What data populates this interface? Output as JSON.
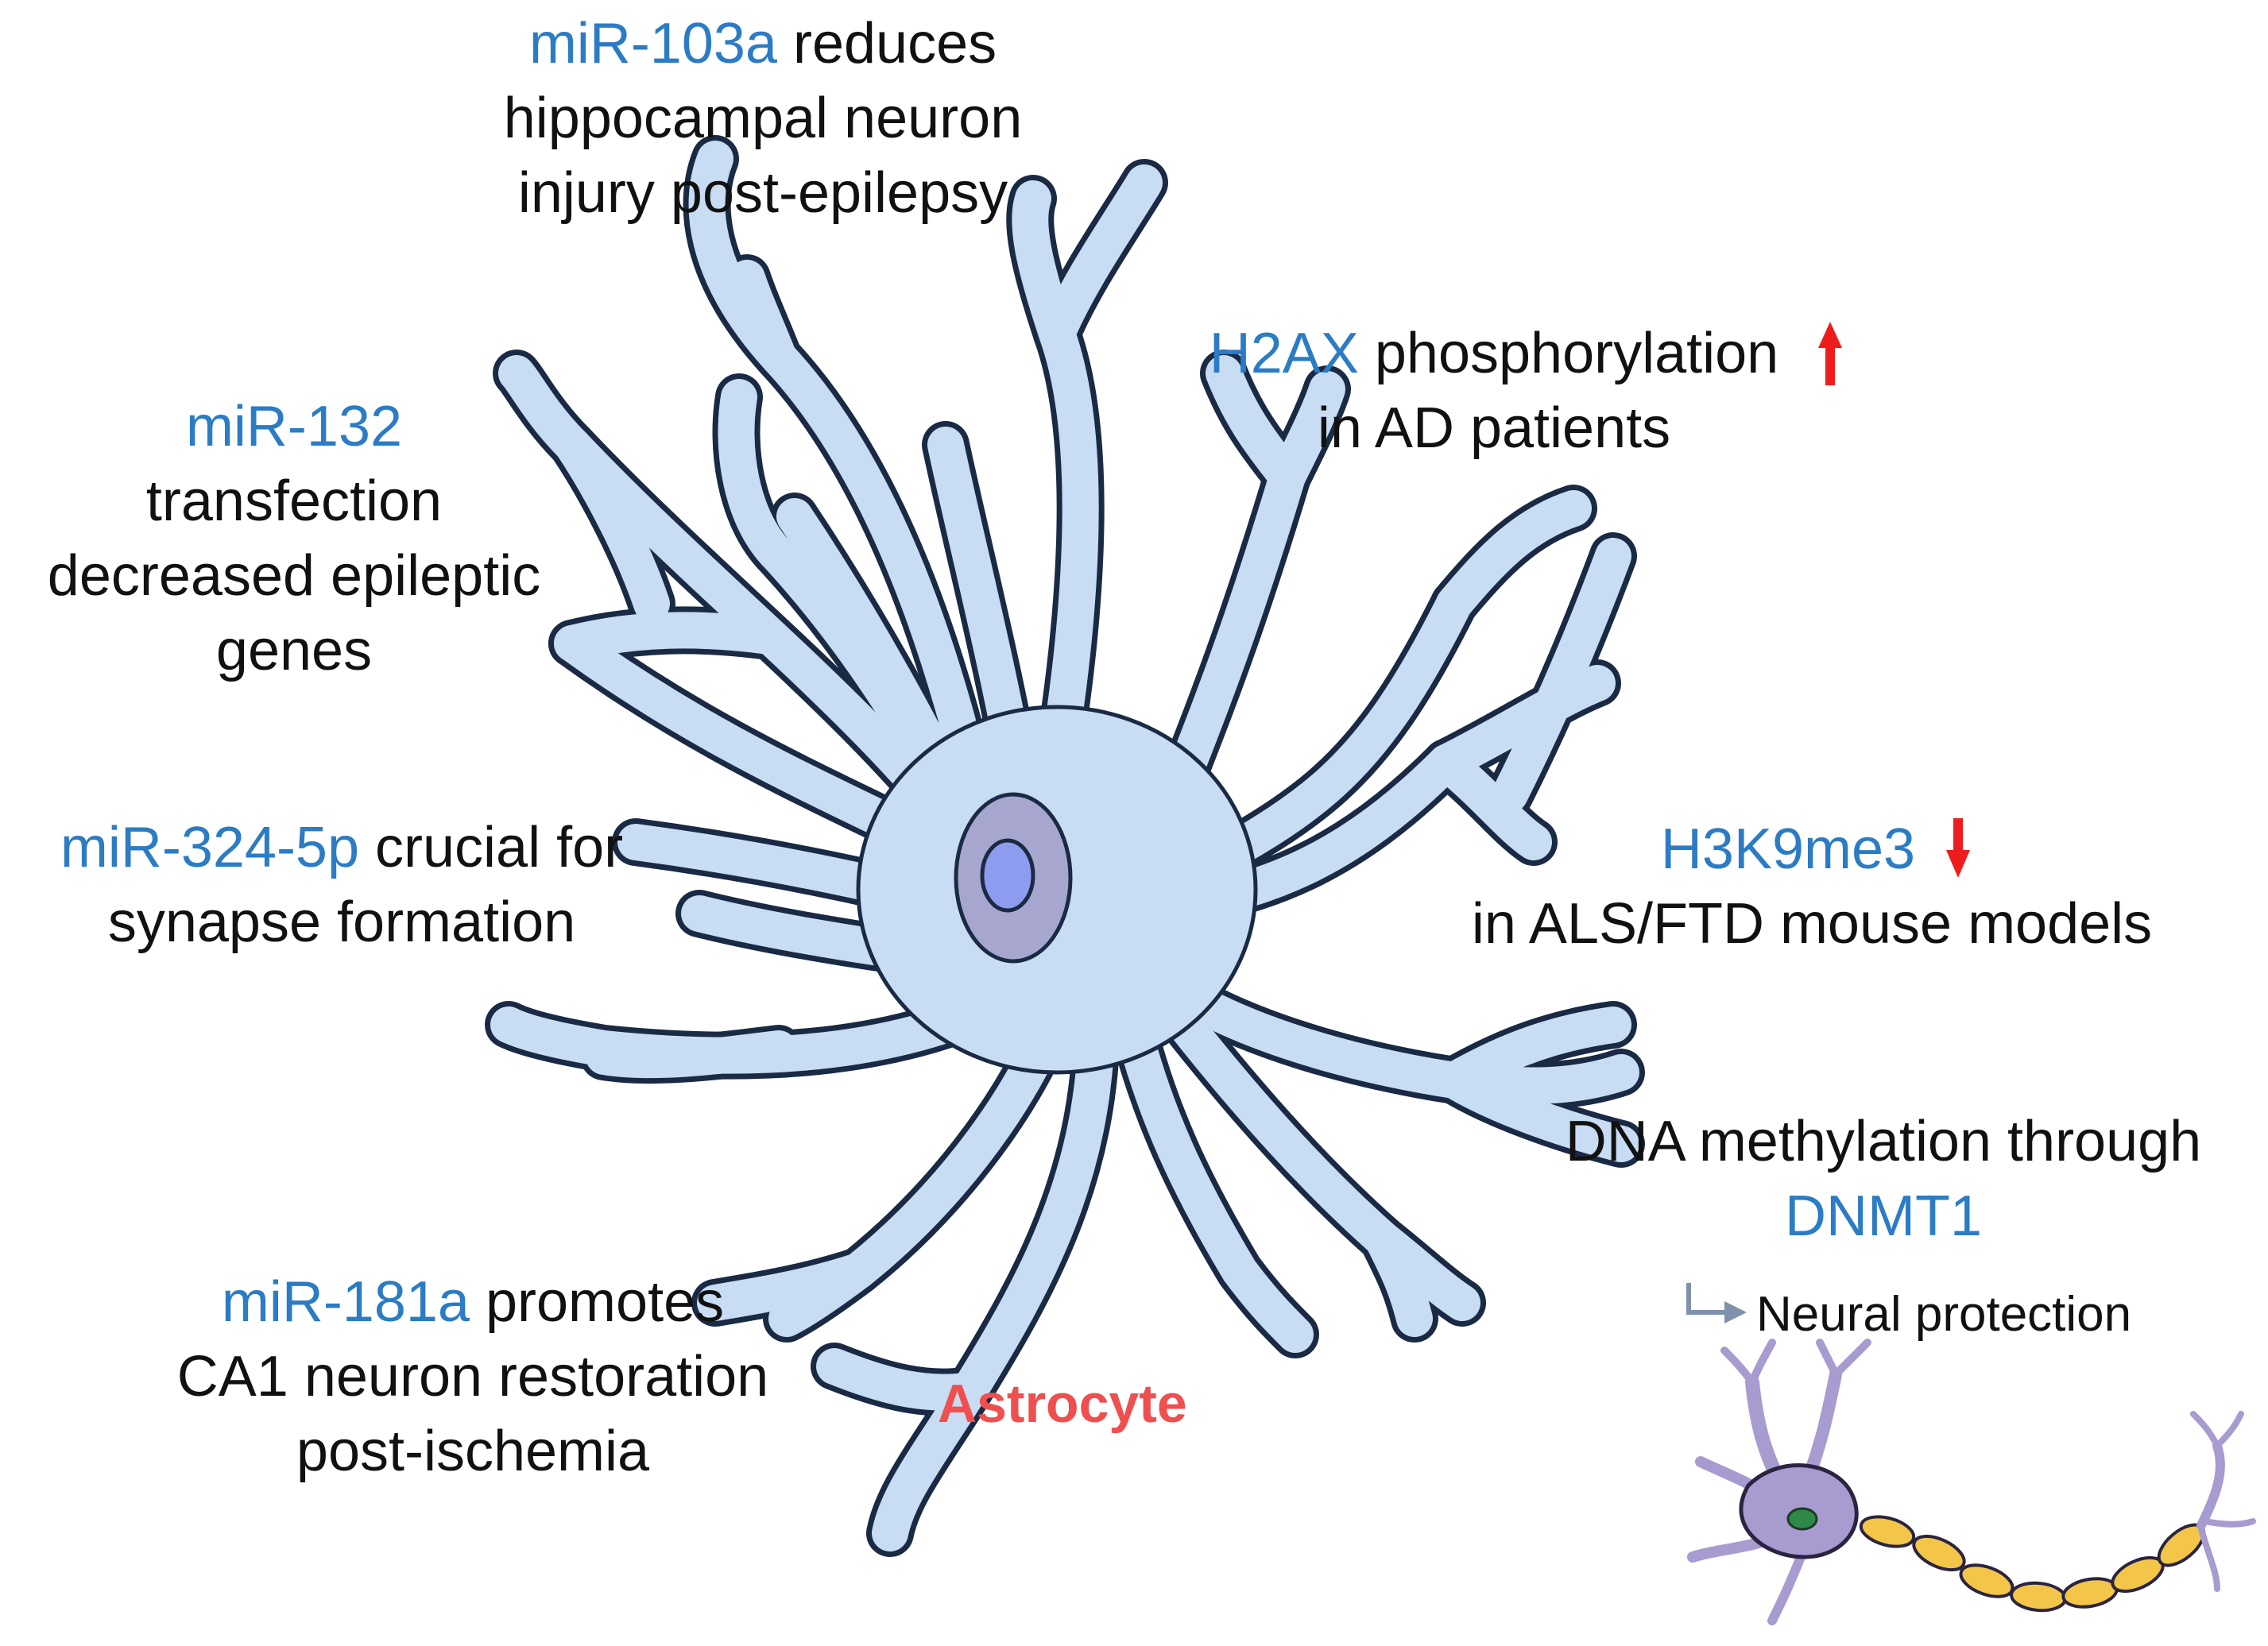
{
  "labels": {
    "mir103a": {
      "term": "miR-103a",
      "rest": " reduces",
      "line2": "hippocampal neuron",
      "line3": "injury post-epilepsy"
    },
    "mir132": {
      "term": "miR-132",
      "line2": "transfection",
      "line3": "decreased epileptic",
      "line4": "genes"
    },
    "mir324": {
      "term": "miR-324-5p",
      "rest": " crucial for",
      "line2": "synapse formation"
    },
    "mir181a": {
      "term": "miR-181a",
      "rest": " promotes",
      "line2": "CA1 neuron restoration",
      "line3": "post-ischemia"
    },
    "h2ax": {
      "term": "H2AX",
      "rest": " phosphorylation",
      "line2": "in AD patients",
      "arrow": "up"
    },
    "h3k9me3": {
      "term": "H3K9me3",
      "line2": "in ALS/FTD mouse models",
      "arrow": "down"
    },
    "dna": {
      "line1": "DNA methylation through",
      "term": "DNMT1",
      "outcome": "Neural protection"
    },
    "cell": "Astrocyte"
  },
  "colors": {
    "highlight": "#2b7cc4",
    "astrocyte_fill": "#c8dcf4",
    "astrocyte_stroke": "#1a2a44",
    "cytoplasm": "#a6a6cf",
    "nucleus": "#8e9cef",
    "arrow": "#ee1c1c",
    "label_red": "#ef4f4f",
    "neuron": "#a79bd0",
    "myelin": "#f3c548"
  },
  "icons": [
    "astrocyte-cell-icon",
    "neuron-icon",
    "red-up-arrow-icon",
    "red-down-arrow-icon",
    "elbow-arrow-icon"
  ]
}
